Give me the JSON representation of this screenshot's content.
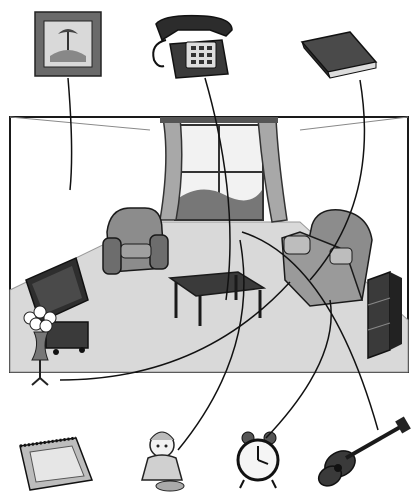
{
  "scene": {
    "description_text": "",
    "colors": {
      "background": "#ffffff",
      "wall": "#ffffff",
      "floor": "#d9d9d9",
      "furniture": "#8c8c8c",
      "furniture_dark": "#5a5a5a",
      "outline": "#1a1a1a",
      "line": "#111111"
    }
  },
  "items": [
    {
      "id": "picture",
      "icon": "framed-picture-icon"
    },
    {
      "id": "telephone",
      "icon": "telephone-icon"
    },
    {
      "id": "book",
      "icon": "book-icon"
    },
    {
      "id": "rug",
      "icon": "rug-icon"
    },
    {
      "id": "doll",
      "icon": "doll-icon"
    },
    {
      "id": "clock",
      "icon": "alarm-clock-icon"
    },
    {
      "id": "guitar",
      "icon": "guitar-icon"
    }
  ]
}
